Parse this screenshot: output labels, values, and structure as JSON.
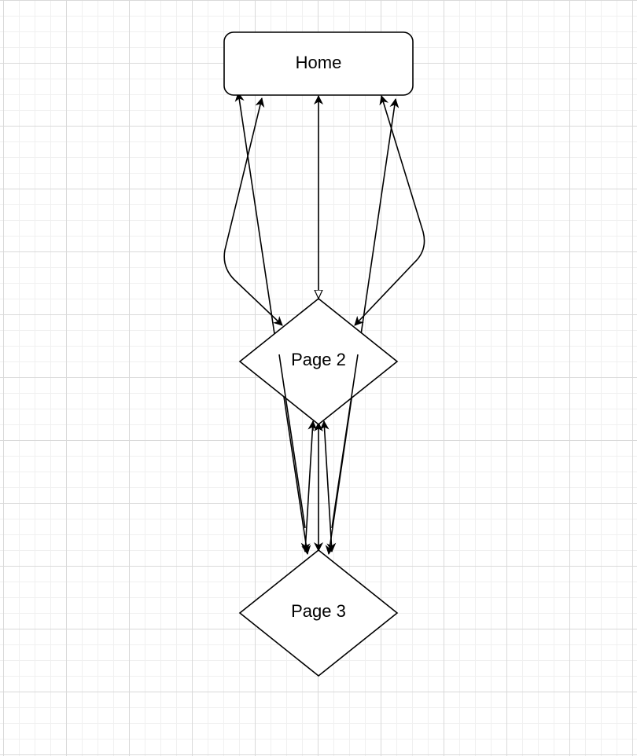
{
  "diagram": {
    "nodes": [
      {
        "id": "home",
        "label": "Home",
        "shape": "rounded-rectangle"
      },
      {
        "id": "page2",
        "label": "Page 2",
        "shape": "diamond"
      },
      {
        "id": "page3",
        "label": "Page 3",
        "shape": "diamond"
      }
    ],
    "edges": [
      {
        "from": "home",
        "to": "page2",
        "direction": "both"
      },
      {
        "from": "home",
        "to": "page2",
        "direction": "both"
      },
      {
        "from": "home",
        "to": "page2",
        "direction": "both"
      },
      {
        "from": "home",
        "to": "page3",
        "direction": "both"
      },
      {
        "from": "home",
        "to": "page3",
        "direction": "both"
      },
      {
        "from": "page2",
        "to": "page3",
        "direction": "both"
      },
      {
        "from": "page2",
        "to": "page3",
        "direction": "both"
      },
      {
        "from": "page2",
        "to": "page3",
        "direction": "both"
      }
    ],
    "colors": {
      "stroke": "#000000",
      "fill": "#ffffff",
      "grid": "#d9d9d9"
    }
  }
}
